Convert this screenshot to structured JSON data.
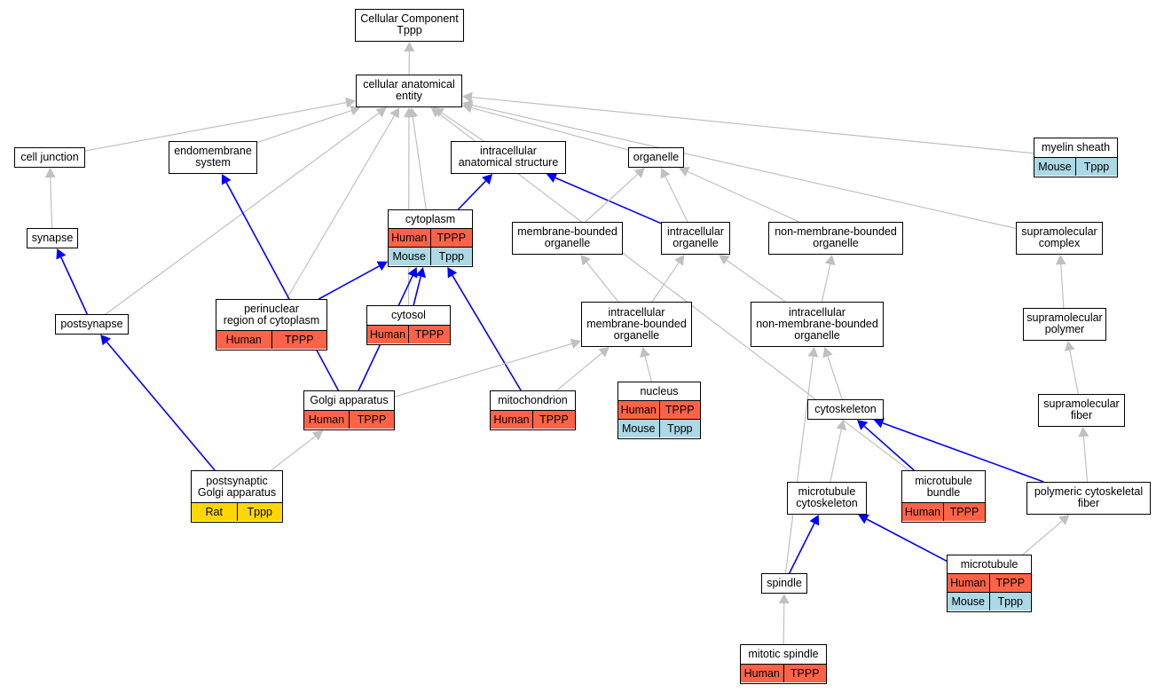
{
  "colors": {
    "human": "#ff6347",
    "mouse": "#add8e6",
    "rat": "#ffd700",
    "is_a_edge": "#c0c0c0",
    "part_of_edge": "#0000ff"
  },
  "nodes": [
    {
      "id": "root",
      "label": "Cellular Component\nTppp"
    },
    {
      "id": "cae",
      "label": "cellular anatomical\nentity"
    },
    {
      "id": "celljunction",
      "label": "cell junction"
    },
    {
      "id": "endomembrane",
      "label": "endomembrane\nsystem"
    },
    {
      "id": "intracellular",
      "label": "intracellular\nanatomical structure"
    },
    {
      "id": "organelle",
      "label": "organelle"
    },
    {
      "id": "myelin",
      "label": "myelin sheath",
      "annotations": [
        {
          "species": "Mouse",
          "gene": "Tppp"
        }
      ]
    },
    {
      "id": "synapse",
      "label": "synapse"
    },
    {
      "id": "cytoplasm",
      "label": "cytoplasm",
      "annotations": [
        {
          "species": "Human",
          "gene": "TPPP"
        },
        {
          "species": "Mouse",
          "gene": "Tppp"
        }
      ]
    },
    {
      "id": "mbo",
      "label": "membrane-bounded\norganelle"
    },
    {
      "id": "io",
      "label": "intracellular\norganelle"
    },
    {
      "id": "nmbo",
      "label": "non-membrane-bounded\norganelle"
    },
    {
      "id": "smcomplex",
      "label": "supramolecular\ncomplex"
    },
    {
      "id": "postsynapse",
      "label": "postsynapse"
    },
    {
      "id": "perinuclear",
      "label": "perinuclear\nregion of cytoplasm",
      "annotations": [
        {
          "species": "Human",
          "gene": "TPPP"
        }
      ]
    },
    {
      "id": "cytosol",
      "label": "cytosol",
      "annotations": [
        {
          "species": "Human",
          "gene": "TPPP"
        }
      ]
    },
    {
      "id": "imbo",
      "label": "intracellular\nmembrane-bounded\norganelle"
    },
    {
      "id": "inmbo",
      "label": "intracellular\nnon-membrane-bounded\norganelle"
    },
    {
      "id": "smpolymer",
      "label": "supramolecular\npolymer"
    },
    {
      "id": "golgi",
      "label": "Golgi apparatus",
      "annotations": [
        {
          "species": "Human",
          "gene": "TPPP"
        }
      ]
    },
    {
      "id": "mito",
      "label": "mitochondrion",
      "annotations": [
        {
          "species": "Human",
          "gene": "TPPP"
        }
      ]
    },
    {
      "id": "nucleus",
      "label": "nucleus",
      "annotations": [
        {
          "species": "Human",
          "gene": "TPPP"
        },
        {
          "species": "Mouse",
          "gene": "Tppp"
        }
      ]
    },
    {
      "id": "cytoskeleton",
      "label": "cytoskeleton"
    },
    {
      "id": "smfiber",
      "label": "supramolecular\nfiber"
    },
    {
      "id": "psgolgi",
      "label": "postsynaptic\nGolgi apparatus",
      "annotations": [
        {
          "species": "Rat",
          "gene": "Tppp"
        }
      ]
    },
    {
      "id": "mtcyto",
      "label": "microtubule\ncytoskeleton"
    },
    {
      "id": "mtbundle",
      "label": "microtubule\nbundle",
      "annotations": [
        {
          "species": "Human",
          "gene": "TPPP"
        }
      ]
    },
    {
      "id": "pcf",
      "label": "polymeric cytoskeletal\nfiber"
    },
    {
      "id": "microtubule",
      "label": "microtubule",
      "annotations": [
        {
          "species": "Human",
          "gene": "TPPP"
        },
        {
          "species": "Mouse",
          "gene": "Tppp"
        }
      ]
    },
    {
      "id": "spindle",
      "label": "spindle"
    },
    {
      "id": "mitspindle",
      "label": "mitotic spindle",
      "annotations": [
        {
          "species": "Human",
          "gene": "TPPP"
        }
      ]
    }
  ],
  "edges": [
    {
      "from": "cae",
      "to": "root",
      "type": "is_a"
    },
    {
      "from": "celljunction",
      "to": "cae",
      "type": "is_a"
    },
    {
      "from": "endomembrane",
      "to": "cae",
      "type": "is_a"
    },
    {
      "from": "intracellular",
      "to": "cae",
      "type": "is_a"
    },
    {
      "from": "organelle",
      "to": "cae",
      "type": "is_a"
    },
    {
      "from": "myelin",
      "to": "cae",
      "type": "is_a"
    },
    {
      "from": "postsynapse",
      "to": "cae",
      "type": "is_a"
    },
    {
      "from": "perinuclear",
      "to": "cae",
      "type": "is_a"
    },
    {
      "from": "cytosol",
      "to": "cae",
      "type": "is_a"
    },
    {
      "from": "cytoplasm",
      "to": "cae",
      "type": "is_a"
    },
    {
      "from": "smcomplex",
      "to": "cae",
      "type": "is_a"
    },
    {
      "from": "mtbundle",
      "to": "cae",
      "type": "is_a"
    },
    {
      "from": "synapse",
      "to": "celljunction",
      "type": "is_a"
    },
    {
      "from": "postsynapse",
      "to": "synapse",
      "type": "part_of"
    },
    {
      "from": "cytoplasm",
      "to": "intracellular",
      "type": "part_of"
    },
    {
      "from": "io",
      "to": "intracellular",
      "type": "part_of"
    },
    {
      "from": "mbo",
      "to": "organelle",
      "type": "is_a"
    },
    {
      "from": "io",
      "to": "organelle",
      "type": "is_a"
    },
    {
      "from": "nmbo",
      "to": "organelle",
      "type": "is_a"
    },
    {
      "from": "perinuclear",
      "to": "cytoplasm",
      "type": "part_of"
    },
    {
      "from": "cytosol",
      "to": "cytoplasm",
      "type": "part_of"
    },
    {
      "from": "golgi",
      "to": "cytoplasm",
      "type": "part_of"
    },
    {
      "from": "mito",
      "to": "cytoplasm",
      "type": "part_of"
    },
    {
      "from": "golgi",
      "to": "endomembrane",
      "type": "part_of"
    },
    {
      "from": "imbo",
      "to": "mbo",
      "type": "is_a"
    },
    {
      "from": "imbo",
      "to": "io",
      "type": "is_a"
    },
    {
      "from": "inmbo",
      "to": "io",
      "type": "is_a"
    },
    {
      "from": "inmbo",
      "to": "nmbo",
      "type": "is_a"
    },
    {
      "from": "golgi",
      "to": "imbo",
      "type": "is_a"
    },
    {
      "from": "mito",
      "to": "imbo",
      "type": "is_a"
    },
    {
      "from": "nucleus",
      "to": "imbo",
      "type": "is_a"
    },
    {
      "from": "cytoskeleton",
      "to": "inmbo",
      "type": "is_a"
    },
    {
      "from": "spindle",
      "to": "inmbo",
      "type": "is_a"
    },
    {
      "from": "smpolymer",
      "to": "smcomplex",
      "type": "is_a"
    },
    {
      "from": "smfiber",
      "to": "smpolymer",
      "type": "is_a"
    },
    {
      "from": "pcf",
      "to": "smfiber",
      "type": "is_a"
    },
    {
      "from": "psgolgi",
      "to": "postsynapse",
      "type": "part_of"
    },
    {
      "from": "psgolgi",
      "to": "golgi",
      "type": "is_a"
    },
    {
      "from": "mtcyto",
      "to": "cytoskeleton",
      "type": "is_a"
    },
    {
      "from": "mtbundle",
      "to": "cytoskeleton",
      "type": "part_of"
    },
    {
      "from": "pcf",
      "to": "cytoskeleton",
      "type": "part_of"
    },
    {
      "from": "spindle",
      "to": "mtcyto",
      "type": "part_of"
    },
    {
      "from": "microtubule",
      "to": "mtcyto",
      "type": "part_of"
    },
    {
      "from": "microtubule",
      "to": "pcf",
      "type": "is_a"
    },
    {
      "from": "mitspindle",
      "to": "spindle",
      "type": "is_a"
    }
  ]
}
